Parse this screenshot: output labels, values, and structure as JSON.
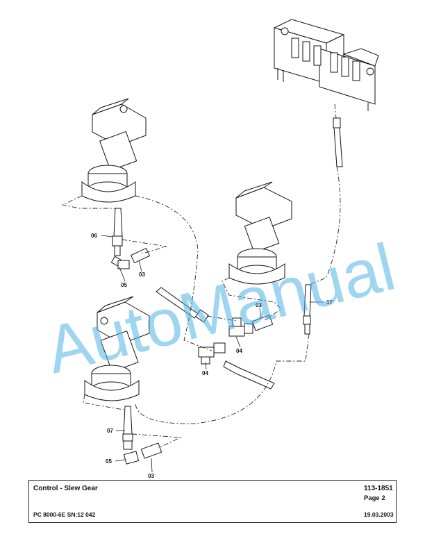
{
  "watermark": "AutoManual",
  "labels": {
    "top_06": "06",
    "top_05": "05",
    "top_03": "03",
    "mid_03": "03",
    "mid_04a": "04",
    "mid_04b": "04",
    "right_17": "17",
    "bot_07": "07",
    "bot_05": "05",
    "bot_03": "03"
  },
  "title_block": {
    "title": "Control - Slew Gear",
    "doc_number": "113-1851",
    "page": "Page 2",
    "machine": "PC 8000-6E SN:12 042",
    "date": "19.03.2003"
  }
}
